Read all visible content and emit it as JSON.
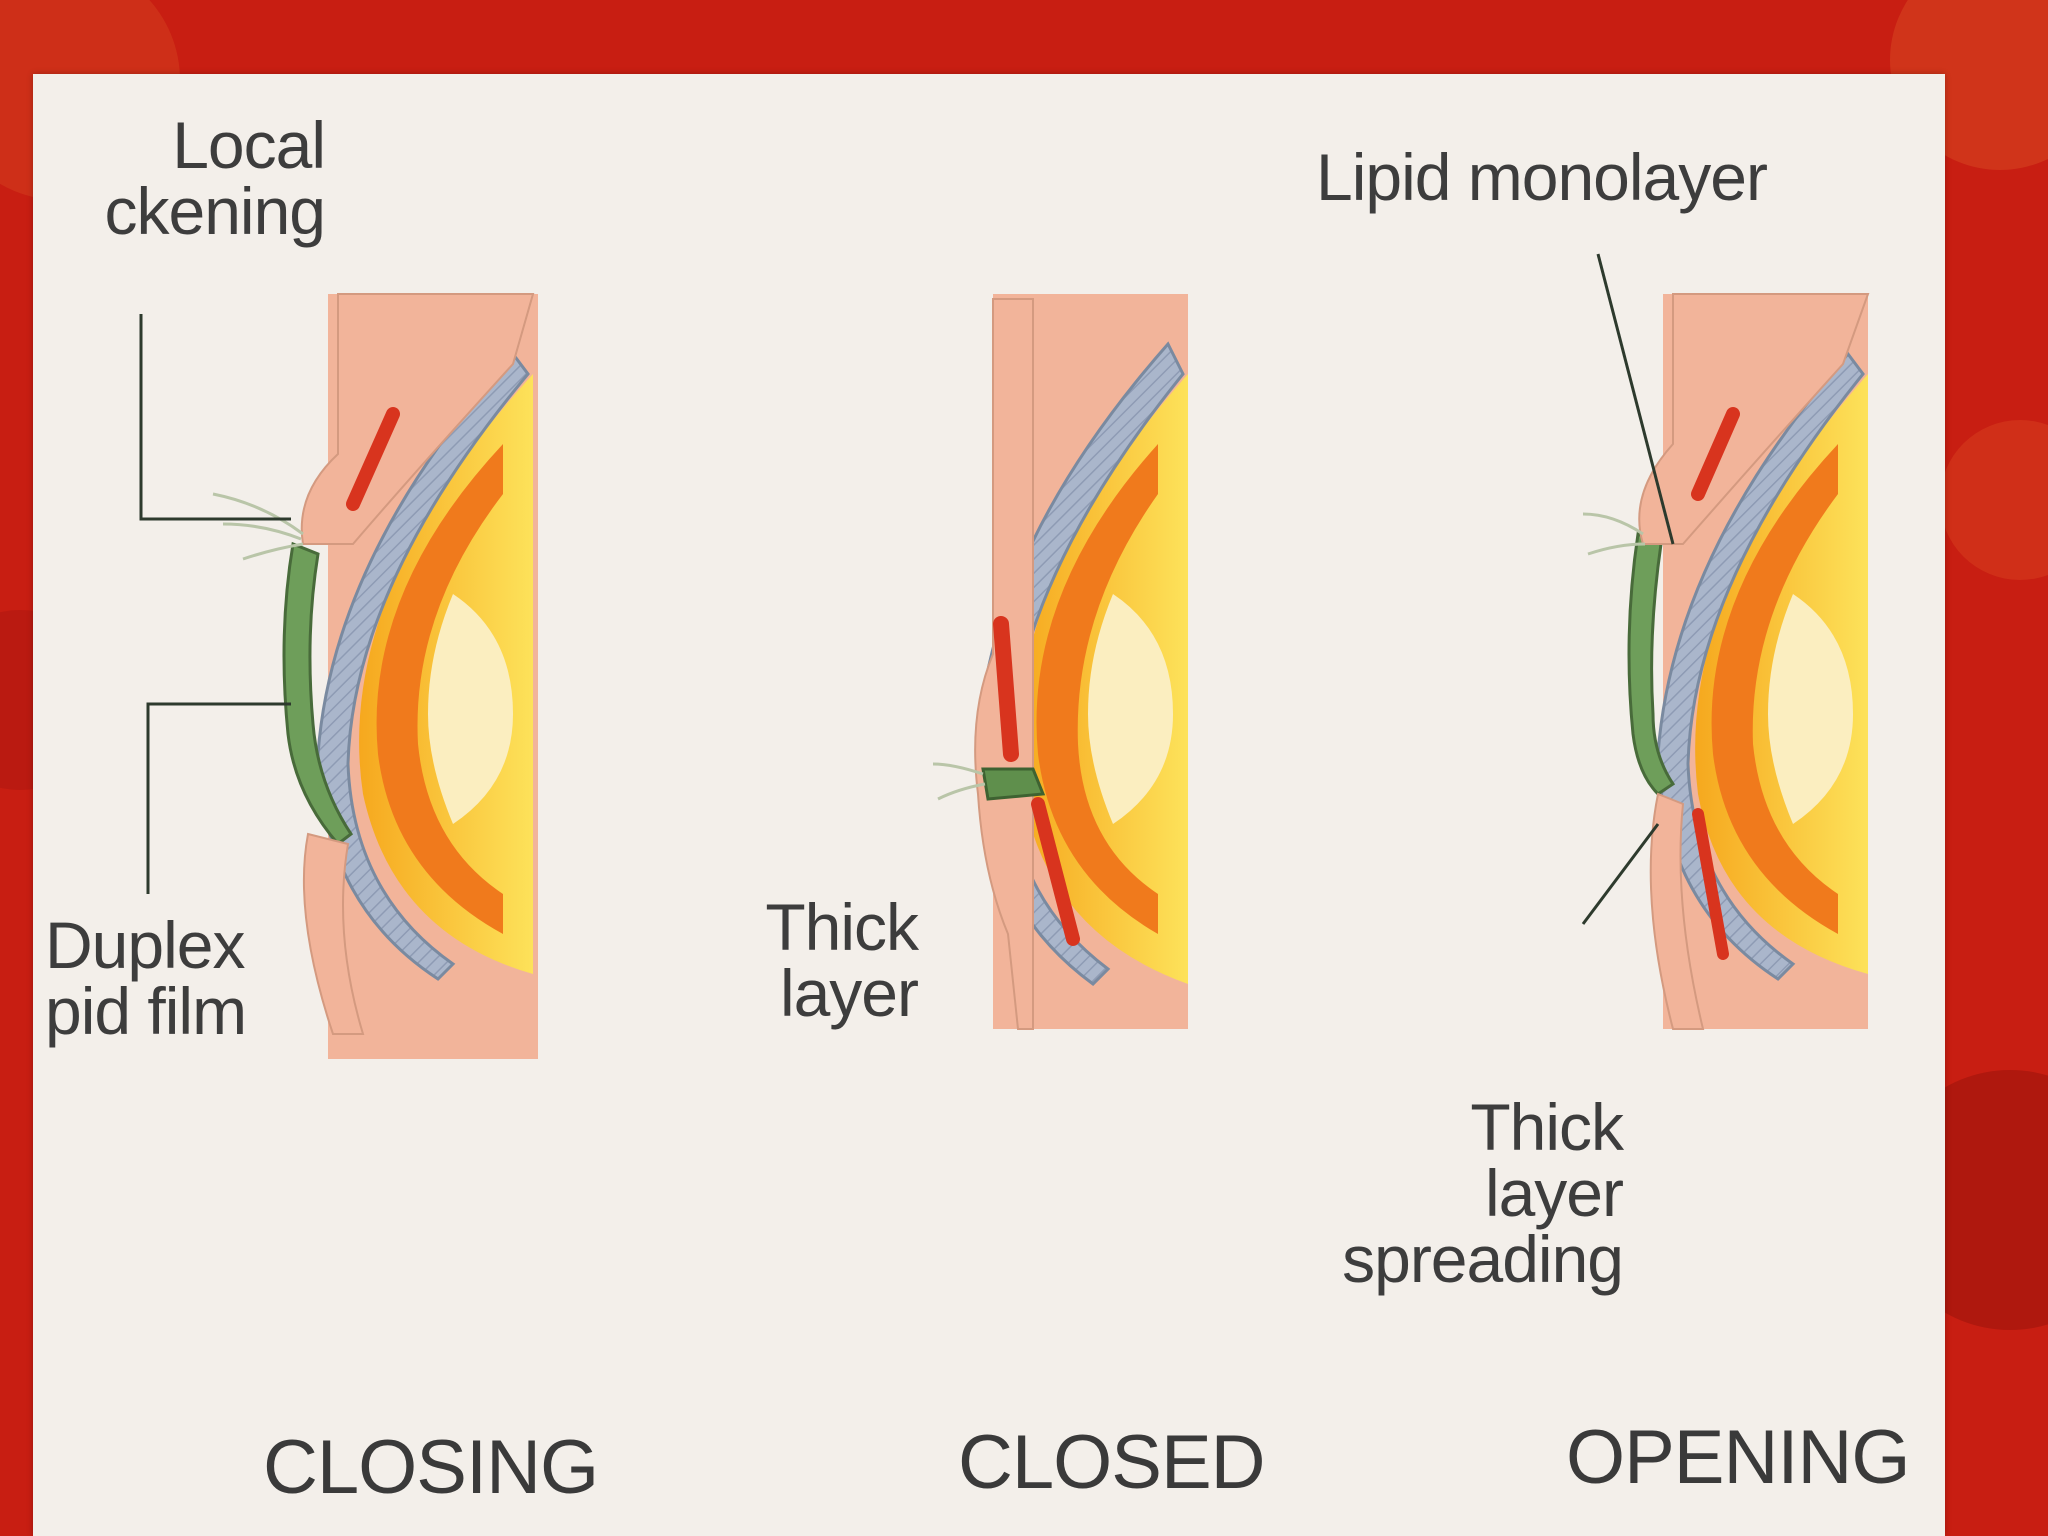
{
  "colors": {
    "background": "#c81e12",
    "card": "#f3efea",
    "skin": "#f2b49a",
    "cornea_yellow": "#f7c52a",
    "iris_orange": "#f07a1c",
    "lens": "#fbeec0",
    "conjunctiva_gray": "#a9b7cc",
    "tear_green": "#7fb071",
    "muscle_red": "#d8341e"
  },
  "labels": {
    "local_thickening": [
      "Local",
      "ckening"
    ],
    "duplex_lipid_film": [
      "Duplex",
      "pid film"
    ],
    "thick_layer": [
      "Thick",
      "layer"
    ],
    "lipid_monolayer": "Lipid monolayer",
    "thick_layer_spreading": [
      "Thick",
      "layer",
      "spreading"
    ]
  },
  "stages": [
    "CLOSING",
    "CLOSED",
    "OPENING"
  ]
}
